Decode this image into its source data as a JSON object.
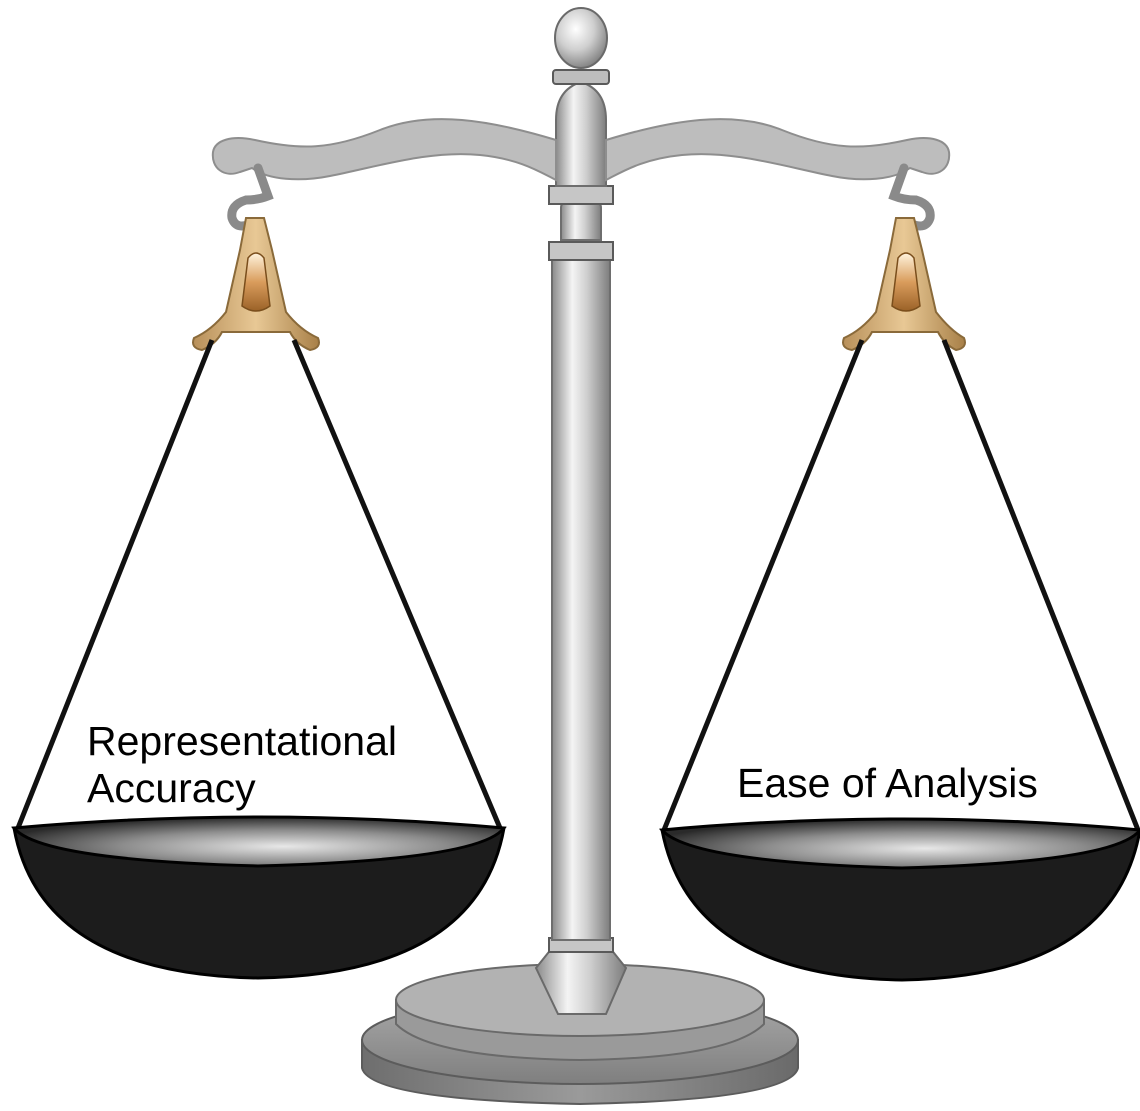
{
  "labels": {
    "left_pan": [
      "Representational",
      "Accuracy"
    ],
    "right_pan": "Ease of Analysis"
  },
  "colors": {
    "metal_light": "#f2f2f2",
    "metal_mid": "#c8c8c8",
    "metal_dark": "#7a7a7a",
    "beam": "#b9b9b9",
    "base": "#8c8c8c",
    "pan": "#1c1c1c",
    "hanger": "#d2aa6e",
    "string": "#111111"
  },
  "icons": [
    "balance-scale-icon"
  ]
}
